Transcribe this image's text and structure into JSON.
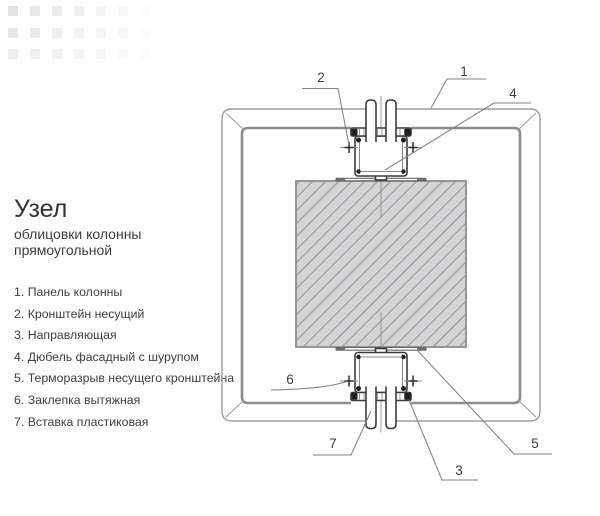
{
  "title": {
    "main": "Узел",
    "line1": "облицовки колонны",
    "line2": "прямоугольной"
  },
  "legend": [
    {
      "num": "1.",
      "label": "Панель колонны"
    },
    {
      "num": "2.",
      "label": "Кронштейн несущий"
    },
    {
      "num": "3.",
      "label": "Направляющая"
    },
    {
      "num": "4.",
      "label": "Дюбель фасадный с шурупом"
    },
    {
      "num": "5.",
      "label": "Терморазрыв несущего кронштейна"
    },
    {
      "num": "6.",
      "label": "Заклепка вытяжная"
    },
    {
      "num": "7.",
      "label": "Вставка пластиковая"
    }
  ],
  "callouts": [
    {
      "num": "1"
    },
    {
      "num": "2"
    },
    {
      "num": "3"
    },
    {
      "num": "4"
    },
    {
      "num": "5"
    },
    {
      "num": "6"
    },
    {
      "num": "7"
    }
  ],
  "colors": {
    "text": "#3d3d3d",
    "line_light": "#9e9e9e",
    "line_mid": "#8c8c8c",
    "line_dark": "#3c3c3c",
    "hatch_fill": "#d4d4d6",
    "hatch_line": "#9b9b9b",
    "leader": "#828282"
  },
  "decor": {
    "rows": 3,
    "cols": 7
  }
}
